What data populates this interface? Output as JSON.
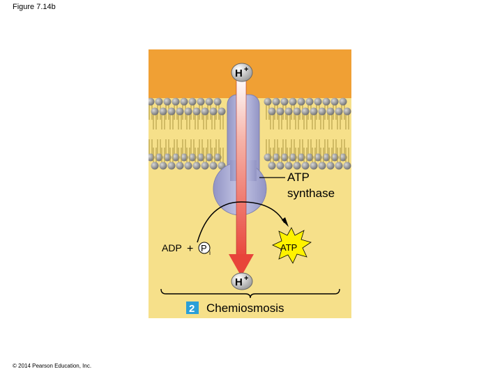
{
  "figure_label": "Figure 7.14b",
  "copyright": "© 2014 Pearson Education, Inc.",
  "diagram": {
    "proton_top": {
      "symbol": "H",
      "charge": "+"
    },
    "proton_bottom": {
      "symbol": "H",
      "charge": "+"
    },
    "enzyme_label_line1": "ATP",
    "enzyme_label_line2": "synthase",
    "reactant_adp": "ADP",
    "plus_sign": "+",
    "phosphate_symbol": "P",
    "phosphate_subscript": "i",
    "product_atp": "ATP",
    "step_number": "2",
    "step_title": "Chemiosmosis"
  },
  "colors": {
    "intermembrane_space": "#f0a034",
    "matrix": "#f6e08a",
    "lipid_head": "#8e8e8e",
    "lipid_tail": "#b8a24a",
    "atp_synthase": "#aeb0d4",
    "proton_arrow": "#e8443a",
    "atp_burst": "#fff200",
    "step_badge": "#2b9fd8"
  }
}
